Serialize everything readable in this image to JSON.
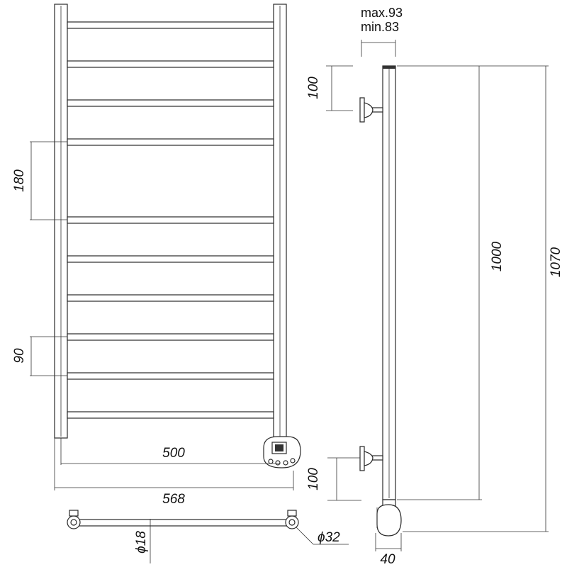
{
  "dimensions": {
    "bar_spacing_large": "180",
    "bar_spacing_small": "90",
    "inner_width": "500",
    "total_width": "568",
    "tube_diameter": "ϕ18",
    "rail_diameter": "ϕ32",
    "wall_offset_max": "max.93",
    "wall_offset_min": "min.83",
    "top_mount_offset": "100",
    "bottom_mount_offset": "100",
    "rail_height": "1000",
    "total_height": "1070",
    "depth": "40"
  }
}
